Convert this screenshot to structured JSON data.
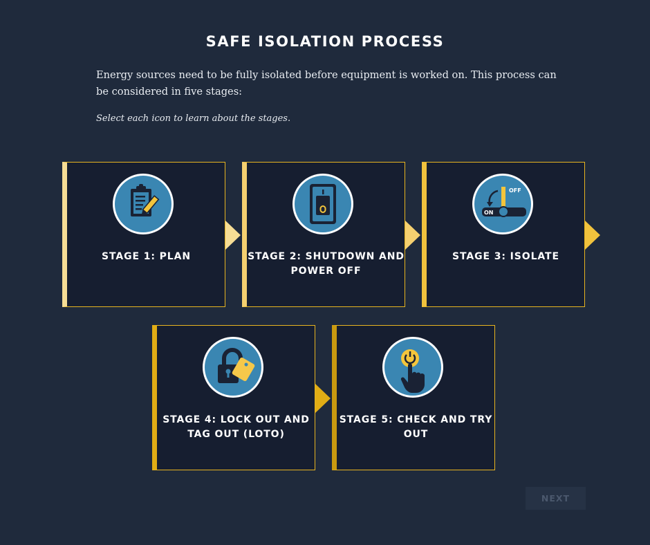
{
  "page": {
    "title": "SAFE ISOLATION PROCESS",
    "intro": "Energy sources need to be fully isolated before equipment is worked on. This process can be considered in five stages:",
    "instruction": "Select each icon to learn about the stages."
  },
  "stages": [
    {
      "label": "STAGE 1: PLAN",
      "icon": "clipboard-pencil-icon",
      "accent": "#f6dd95"
    },
    {
      "label": "STAGE 2: SHUTDOWN AND POWER OFF",
      "icon": "power-switch-icon",
      "accent": "#f5d070"
    },
    {
      "label": "STAGE 3: ISOLATE",
      "icon": "on-off-lever-icon",
      "accent": "#f1c23d"
    },
    {
      "label": "STAGE 4: LOCK OUT AND TAG OUT (LOTO)",
      "icon": "padlock-tag-icon",
      "accent": "#e1ad15"
    },
    {
      "label": "STAGE 5: CHECK AND TRY OUT",
      "icon": "finger-press-button-icon",
      "accent": "#c99a10"
    }
  ],
  "icon_text": {
    "off": "OFF",
    "on": "ON"
  },
  "colors": {
    "background": "#1f2a3c",
    "card": "#161e30",
    "accent": "#e8b520",
    "icon_circle": "#3a86b2"
  },
  "nav": {
    "next_label": "NEXT",
    "next_enabled": false
  }
}
